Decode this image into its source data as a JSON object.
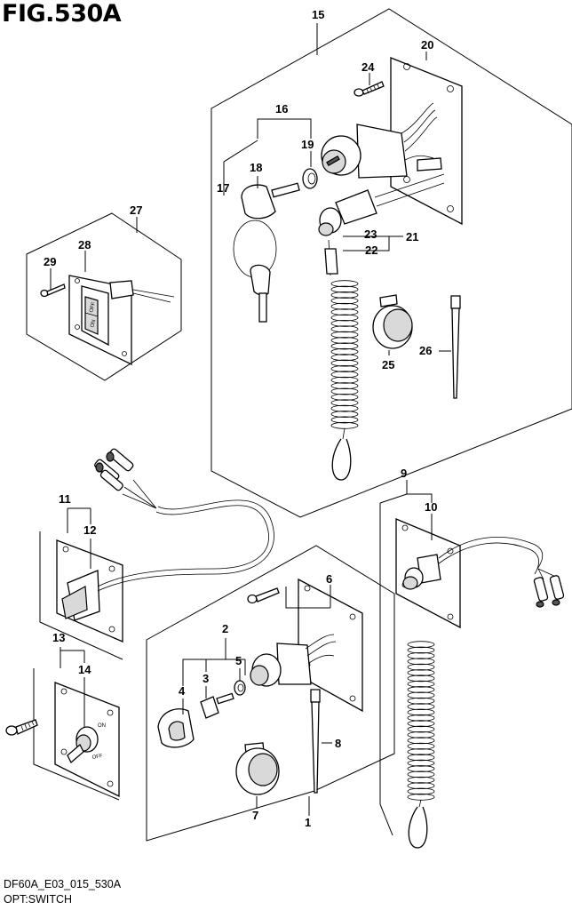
{
  "figure": {
    "title": "FIG.530A",
    "code": "DF60A_E03_015_530A",
    "subtitle": "OPT:SWITCH"
  },
  "callouts": [
    "1",
    "2",
    "3",
    "4",
    "5",
    "6",
    "7",
    "8",
    "9",
    "10",
    "11",
    "12",
    "13",
    "14",
    "15",
    "16",
    "17",
    "18",
    "19",
    "20",
    "21",
    "22",
    "23",
    "24",
    "25",
    "26",
    "27",
    "28",
    "29"
  ],
  "switch_labels": {
    "panel_off": "OFF",
    "panel_on": "ON",
    "toggle_on": "ON",
    "toggle_off": "OFF"
  }
}
